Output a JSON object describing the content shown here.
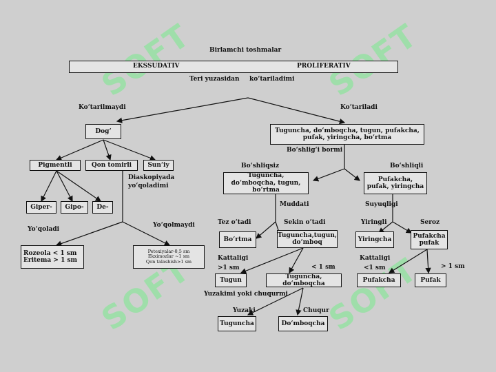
{
  "watermark": "SOFT",
  "title": "Birlamchi toshmalar",
  "banner": {
    "left": "EKSSUDATIV",
    "right": "PROLIFERATIV"
  },
  "question_top": {
    "a": "Teri yuzasidan",
    "b": "ko‘tariladimi"
  },
  "branch_left": "Ko‘tarilmaydi",
  "branch_right": "Ko‘tariladi",
  "nodes": {
    "dog": "Dog‘",
    "raised": "Tuguncha, do‘mboqcha, tugun, pufakcha, pufak, yiringcha, bo‘rtma",
    "pigmentli": "Pigmentli",
    "qon_tomirli": "Qon tomirli",
    "suniy": "Sun‘iy",
    "giper": "Giper-",
    "gipo": "Gipo-",
    "de": "De-",
    "roseola": "Rozeola < 1 sm",
    "eritema": "Eritema > 1 sm",
    "petex1": "Petexiyalar-0,5 sm",
    "petex2": "Ekximozlar ~1 sm",
    "petex3": "Qon talashish>1 sm",
    "boshliqsiz_box": "Tuguncha, do‘mboqcha, tugun, bo‘rtma",
    "boshliqli_box": "Pufakcha, pufak, yiringcha",
    "bortma": "Bo‘rtma",
    "sekin_box": "Tuguncha,tugun, do‘mboq",
    "yiringcha": "Yiringcha",
    "seroz_box": "Pufakcha pufak",
    "tugun": "Tugun",
    "tug_dom": "Tuguncha, do‘mboqcha",
    "pufakcha": "Pufakcha",
    "pufak": "Pufak",
    "tuguncha": "Tuguncha",
    "domboqcha": "Do‘mboqcha"
  },
  "labels": {
    "diaskopiya": "Diaskopiyada yo‘qoladimi",
    "yoqoladi": "Yo‘qoladi",
    "yoqolmaydi": "Yo‘qolmaydi",
    "boshligi_bormi": "Bo‘shlig‘i bormi",
    "boshliqsiz": "Bo‘shliqsiz",
    "boshliqli": "Bo‘shliqli",
    "muddati": "Muddati",
    "suyuqligi": "Suyuqligi",
    "tez": "Tez o‘tadi",
    "sekin": "Sekin o‘tadi",
    "yiringli": "Yiringli",
    "seroz": "Seroz",
    "kattaligi_l": "Kattaligi",
    "gt1_l": ">1 sm",
    "lt1_l": "< 1 sm",
    "kattaligi_r": "Kattaligi",
    "lt1_r": "<1 sm",
    "gt1_r": "> 1 sm",
    "yuzakimi": "Yuzakimi yoki chuqurmi",
    "yuzaki": "Yuzaki",
    "chuqur": "Chuqur"
  }
}
